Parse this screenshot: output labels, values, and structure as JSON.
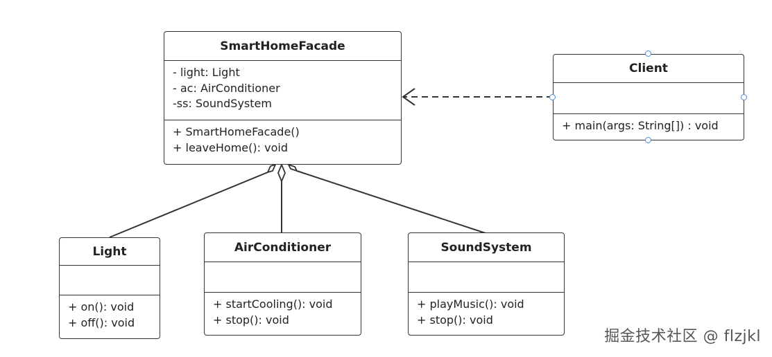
{
  "classes": {
    "facade": {
      "name": "SmartHomeFacade",
      "attributes": [
        "- light: Light",
        "- ac: AirConditioner",
        "-ss: SoundSystem"
      ],
      "methods": [
        "+ SmartHomeFacade()",
        "+ leaveHome(): void"
      ]
    },
    "client": {
      "name": "Client",
      "attributes": [],
      "methods": [
        "+ main(args: String[]) : void"
      ]
    },
    "light": {
      "name": "Light",
      "attributes": [],
      "methods": [
        "+ on(): void",
        "+ off(): void"
      ]
    },
    "air_conditioner": {
      "name": "AirConditioner",
      "attributes": [],
      "methods": [
        "+ startCooling(): void",
        "+ stop(): void"
      ]
    },
    "sound_system": {
      "name": "SoundSystem",
      "attributes": [],
      "methods": [
        "+ playMusic(): void",
        "+ stop(): void"
      ]
    }
  },
  "relations": [
    {
      "type": "dependency",
      "from": "client",
      "to": "facade"
    },
    {
      "type": "aggregation",
      "whole": "facade",
      "part": "light"
    },
    {
      "type": "aggregation",
      "whole": "facade",
      "part": "air_conditioner"
    },
    {
      "type": "aggregation",
      "whole": "facade",
      "part": "sound_system"
    }
  ],
  "colors": {
    "line": "#333333",
    "handle": "#4a8bc9",
    "watermark": "#555555"
  },
  "watermark": "掘金技术社区 @ flzjkl"
}
